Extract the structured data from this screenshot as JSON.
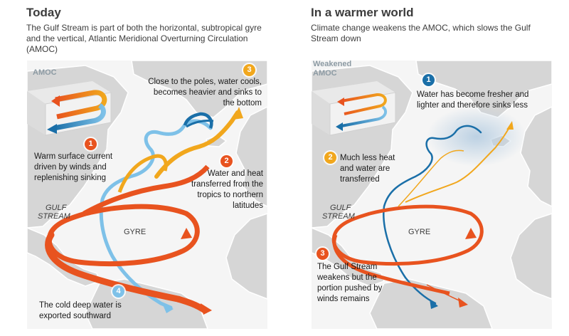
{
  "colors": {
    "warm_orange": "#e8531f",
    "warm_yellow": "#f1a71d",
    "cold_blue": "#1a6fa8",
    "light_blue": "#7ec1e8",
    "land": "#d4d4d4",
    "ocean": "#f5f5f5"
  },
  "today": {
    "title": "Today",
    "subtitle": "The Gulf Stream is part of both the horizontal, subtropical gyre and the vertical, Atlantic Meridional Overturning Circulation (AMOC)",
    "box_label": "AMOC",
    "map_labels": {
      "gulf": "GULF",
      "stream": "STREAM",
      "gyre": "GYRE"
    },
    "notes": [
      {
        "num": "1",
        "text": "Warm surface current driven by winds and replenishing sinking"
      },
      {
        "num": "2",
        "text": "Water and heat transferred from the tropics to northern latitudes"
      },
      {
        "num": "3",
        "text": "Close to the poles, water cools, becomes heavier and sinks to the bottom"
      },
      {
        "num": "4",
        "text": "The cold deep water is exported southward"
      }
    ]
  },
  "warmer": {
    "title": "In a warmer world",
    "subtitle": "Climate change weakens the AMOC, which slows the Gulf Stream down",
    "box_label_1": "Weakened",
    "box_label_2": "AMOC",
    "map_labels": {
      "gulf": "GULF",
      "stream": "STREAM",
      "gyre": "GYRE"
    },
    "notes": [
      {
        "num": "1",
        "text": "Water has become fresher and lighter and therefore sinks less"
      },
      {
        "num": "2",
        "text": "Much less heat and water are transferred"
      },
      {
        "num": "3",
        "text": "The Gulf Stream weakens but the portion pushed by winds remains"
      }
    ]
  }
}
